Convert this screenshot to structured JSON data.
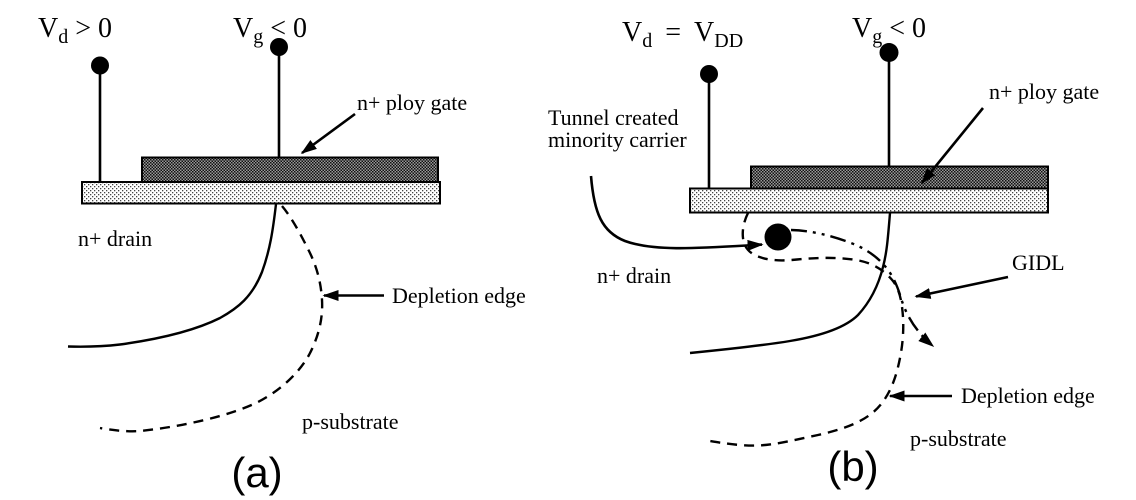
{
  "colors": {
    "ink": "#000000",
    "gate_base": "#9a9a9a",
    "gate_dot": "#101010",
    "oxide_base": "#ffffff",
    "oxide_dot": "#444444"
  },
  "panel_a": {
    "caption": "(a)",
    "drain_terminal": {
      "base": "V",
      "sub": "d",
      "op": "> 0"
    },
    "gate_terminal": {
      "base": "V",
      "sub": "g",
      "op": "< 0"
    },
    "gate_label": "n+ ploy gate",
    "drain_label": "n+ drain",
    "depletion_label": "Depletion edge",
    "substrate_label": "p-substrate"
  },
  "panel_b": {
    "caption": "(b)",
    "drain_terminal": {
      "base": "V",
      "sub": "d",
      "eq": "=",
      "base2": "V",
      "sub2": "DD"
    },
    "gate_terminal": {
      "base": "V",
      "sub": "g",
      "op": "< 0"
    },
    "gate_label": "n+ ploy gate",
    "tunnel_label_line1": "Tunnel created",
    "tunnel_label_line2": "minority carrier",
    "drain_label": "n+ drain",
    "gidl_label": "GIDL",
    "depletion_label": "Depletion edge",
    "substrate_label": "p-substrate"
  }
}
